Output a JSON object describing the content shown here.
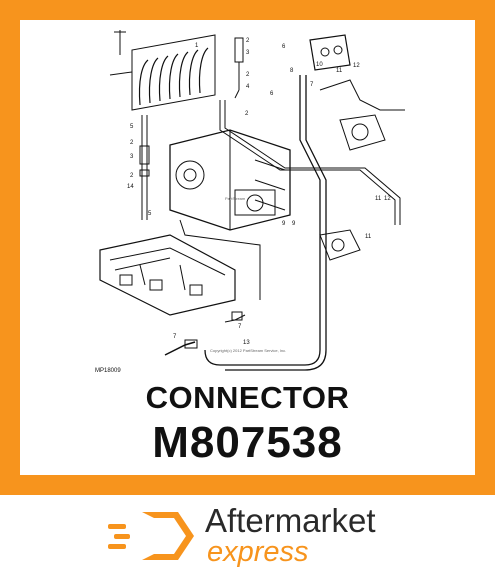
{
  "diagram": {
    "code": "MP18009",
    "watermark": "PartStream",
    "copyright": "Copyright(c) 2012 PartStream Service, Inc.",
    "callouts": [
      "1",
      "2",
      "3",
      "2",
      "4",
      "5",
      "2",
      "3",
      "2",
      "14",
      "5",
      "6",
      "6",
      "7",
      "8",
      "9",
      "10",
      "11",
      "12",
      "13",
      "7",
      "7",
      "11",
      "12",
      "2",
      "9",
      "11"
    ]
  },
  "product": {
    "name": "CONNECTOR",
    "part_number": "M807538"
  },
  "brand": {
    "line1": "Aftermarket",
    "line2": "express",
    "icon": "hexagon-speed-icon"
  },
  "colors": {
    "accent": "#F7941D",
    "text": "#111111"
  }
}
